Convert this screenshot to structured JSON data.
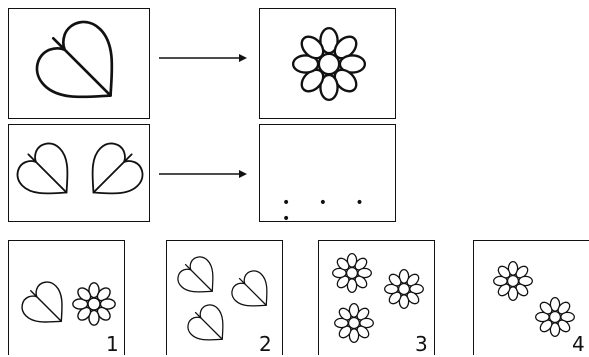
{
  "puzzle": {
    "row1": {
      "left_icon": "leaf-icon",
      "right_icon": "flower-icon",
      "arrow_icon": "right-arrow-icon"
    },
    "row2": {
      "left_icon": "two-leaves-icon",
      "right_placeholder": "• • • •",
      "arrow_icon": "right-arrow-icon"
    }
  },
  "options": [
    {
      "label": "1",
      "content": [
        "leaf-icon",
        "flower-icon"
      ]
    },
    {
      "label": "2",
      "content": [
        "leaf-icon",
        "leaf-icon",
        "leaf-icon"
      ]
    },
    {
      "label": "3",
      "content": [
        "flower-icon",
        "flower-icon",
        "flower-icon"
      ]
    },
    {
      "label": "4",
      "content": [
        "flower-icon",
        "flower-icon"
      ]
    }
  ]
}
